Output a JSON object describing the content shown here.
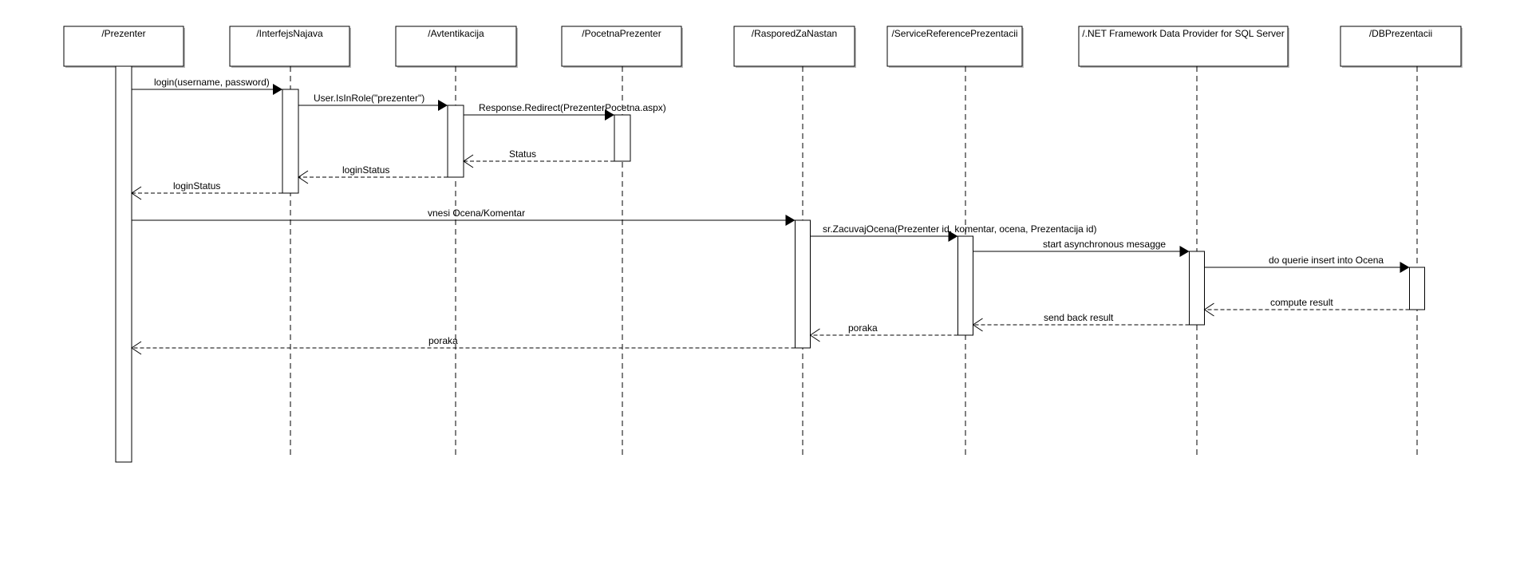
{
  "diagram": {
    "type": "sequence",
    "participants": [
      "/Prezenter",
      "/InterfejsNajava",
      "/Avtentikacija",
      "/PocetnaPrezenter",
      "/RasporedZaNastan",
      "/ServiceReferencePrezentacii",
      "/.NET Framework Data Provider for SQL Server",
      "/DBPrezentacii"
    ],
    "messages": [
      {
        "label": "login(username, password)",
        "from": 0,
        "to": 1,
        "kind": "call"
      },
      {
        "label": "User.IsInRole(\"prezenter\")",
        "from": 1,
        "to": 2,
        "kind": "call"
      },
      {
        "label": "Response.Redirect(PrezenterPocetna.aspx)",
        "from": 2,
        "to": 3,
        "kind": "call"
      },
      {
        "label": "Status",
        "from": 3,
        "to": 2,
        "kind": "return"
      },
      {
        "label": "loginStatus",
        "from": 2,
        "to": 1,
        "kind": "return"
      },
      {
        "label": "loginStatus",
        "from": 1,
        "to": 0,
        "kind": "return"
      },
      {
        "label": "vnesi Ocena/Komentar",
        "from": 0,
        "to": 4,
        "kind": "call"
      },
      {
        "label": "sr.ZacuvajOcena(Prezenter id, komentar, ocena, Prezentacija id)",
        "from": 4,
        "to": 5,
        "kind": "call"
      },
      {
        "label": "start asynchronous mesagge",
        "from": 5,
        "to": 6,
        "kind": "call"
      },
      {
        "label": "do querie insert into Ocena",
        "from": 6,
        "to": 7,
        "kind": "call"
      },
      {
        "label": "compute result",
        "from": 7,
        "to": 6,
        "kind": "return"
      },
      {
        "label": "send back result",
        "from": 6,
        "to": 5,
        "kind": "return"
      },
      {
        "label": "poraka",
        "from": 5,
        "to": 4,
        "kind": "return"
      },
      {
        "label": "poraka",
        "from": 4,
        "to": 0,
        "kind": "return"
      }
    ]
  }
}
